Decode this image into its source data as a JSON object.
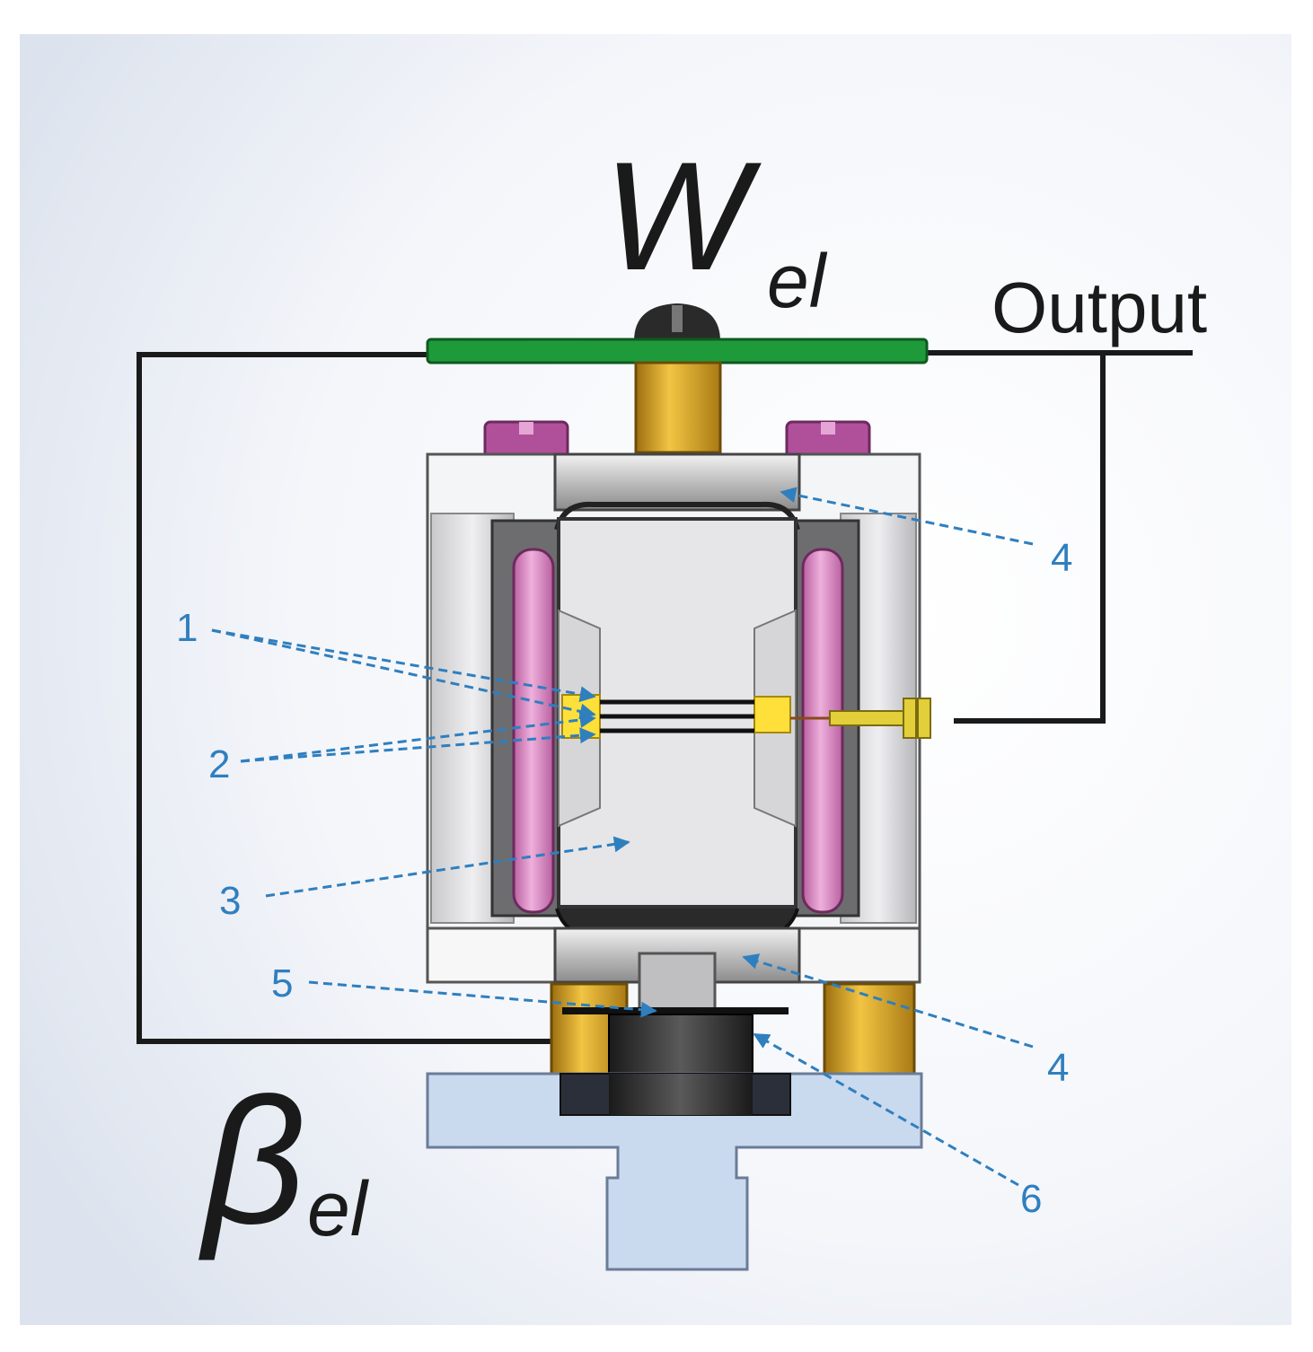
{
  "labels": {
    "top_symbol_main": "W",
    "top_symbol_sub": "el",
    "output": "Output",
    "bottom_symbol_main": "β",
    "bottom_symbol_sub": "el"
  },
  "callouts": [
    {
      "id": "1",
      "text": "1"
    },
    {
      "id": "2",
      "text": "2"
    },
    {
      "id": "3",
      "text": "3"
    },
    {
      "id": "4a",
      "text": "4"
    },
    {
      "id": "4b",
      "text": "4"
    },
    {
      "id": "5",
      "text": "5"
    },
    {
      "id": "6",
      "text": "6"
    }
  ],
  "colors": {
    "callout": "#2f7fbf",
    "wire": "#1a1a1a",
    "pcb": "#1f9a3a",
    "brass": "#d9a520",
    "magnet": "#d98cc4",
    "screw_head": "#b0509a",
    "base": "#c9d9ee"
  }
}
